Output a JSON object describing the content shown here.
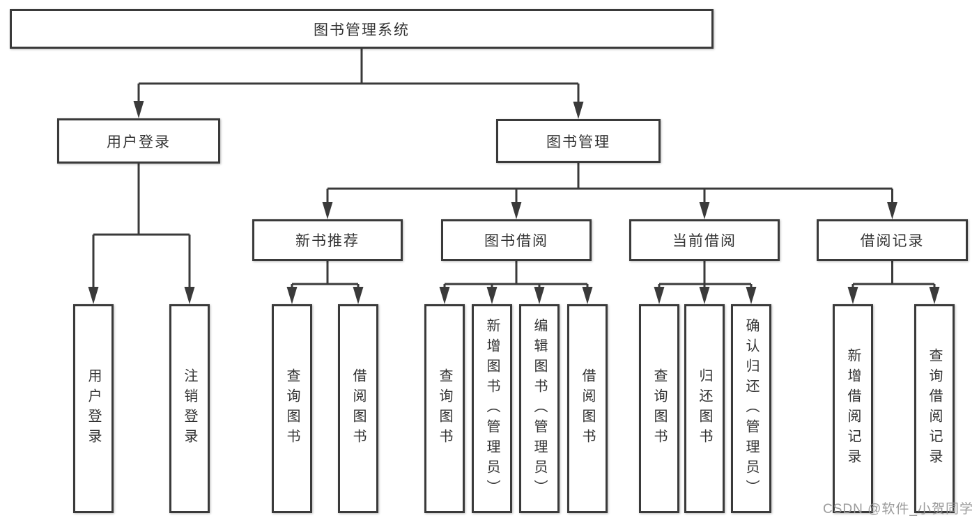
{
  "diagram": {
    "title": "图书管理系统",
    "type": "function-structure-tree",
    "colors": {
      "line": "#3a3a3a",
      "text": "#333333",
      "background": "#ffffff",
      "watermark": "#969696"
    },
    "nodes": {
      "root": {
        "label": "图书管理系统",
        "level": 1
      },
      "login": {
        "label": "用户登录",
        "level": 2
      },
      "mgmt": {
        "label": "图书管理",
        "level": 2
      },
      "rec": {
        "label": "新书推荐",
        "level": 3
      },
      "borrow": {
        "label": "图书借阅",
        "level": 3
      },
      "current": {
        "label": "当前借阅",
        "level": 3
      },
      "records": {
        "label": "借阅记录",
        "level": 3
      },
      "login_user": {
        "label": "用户登录",
        "level": 4
      },
      "login_logout": {
        "label": "注销登录",
        "level": 4
      },
      "rec_query": {
        "label": "查询图书",
        "level": 4
      },
      "rec_borrow": {
        "label": "借阅图书",
        "level": 4
      },
      "borrow_query": {
        "label": "查询图书",
        "level": 4
      },
      "borrow_add": {
        "label": "新增图书（管理员）",
        "level": 4
      },
      "borrow_edit": {
        "label": "编辑图书（管理员）",
        "level": 4
      },
      "borrow_borrow": {
        "label": "借阅图书",
        "level": 4
      },
      "cur_query": {
        "label": "查询图书",
        "level": 4
      },
      "cur_return": {
        "label": "归还图书",
        "level": 4
      },
      "cur_confirm": {
        "label": "确认归还（管理员）",
        "level": 4
      },
      "records_add": {
        "label": "新增借阅记录",
        "level": 4
      },
      "records_query": {
        "label": "查询借阅记录",
        "level": 4
      }
    },
    "tree": {
      "id": "root",
      "children": [
        {
          "id": "login",
          "children": [
            {
              "id": "login_user"
            },
            {
              "id": "login_logout"
            }
          ]
        },
        {
          "id": "mgmt",
          "children": [
            {
              "id": "rec",
              "children": [
                {
                  "id": "rec_query"
                },
                {
                  "id": "rec_borrow"
                }
              ]
            },
            {
              "id": "borrow",
              "children": [
                {
                  "id": "borrow_query"
                },
                {
                  "id": "borrow_add"
                },
                {
                  "id": "borrow_edit"
                },
                {
                  "id": "borrow_borrow"
                }
              ]
            },
            {
              "id": "current",
              "children": [
                {
                  "id": "cur_query"
                },
                {
                  "id": "cur_return"
                },
                {
                  "id": "cur_confirm"
                }
              ]
            },
            {
              "id": "records",
              "children": [
                {
                  "id": "records_add"
                },
                {
                  "id": "records_query"
                }
              ]
            }
          ]
        }
      ]
    }
  },
  "watermark": {
    "text": "CSDN @软件_小贺同学"
  }
}
